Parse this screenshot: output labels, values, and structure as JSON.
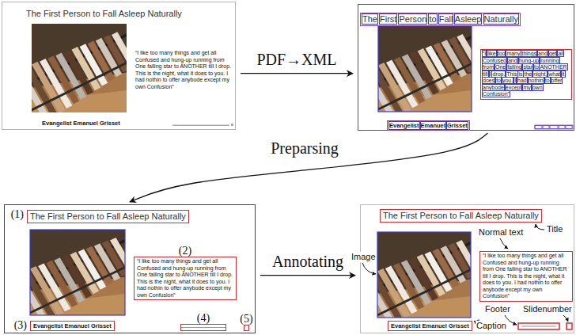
{
  "diagram": {
    "nodes": [
      {
        "text": [
          "The First Person to Fall Asleep Naturally",
          "“I like too many things and get all Confused and hung-up running from One falling star to ANOTHER till I drop. This is the night, what it does to you. I had nothin to offer anybode except my own Confusion”",
          "Evangelist Emanuel Grisset"
        ]
      },
      {
        "text": [
          "The First Person to Fall Asleep Naturally",
          "“I like too many things and get all Confused and hung-up running from One falling star to ANOTHER till I drop. This is the night, what it does to you. I had nothin to offer anybode except my own Confusion”",
          "Evangelist Emanuel Grisset"
        ]
      },
      {},
      {
        "text": [
          "(1)",
          "The First Person to Fall Asleep Naturally"
        ],
        "in": 2
      },
      {
        "text": [
          "(2)",
          "“I like too many things and get all Confused and hung-up running from One falling star to ANOTHER till I drop. This is the night, what it does to you. I had nothin to offer anybode except my own Confusion”"
        ],
        "in": 2
      },
      {
        "text": [
          "(3)",
          "Evangelist Emanuel Grisset"
        ],
        "in": 2
      },
      {
        "text": [
          "(4)"
        ],
        "in": 2
      },
      {
        "text": [
          "(5)"
        ],
        "in": 2
      },
      {},
      {
        "text": [
          "The First Person to Fall Asleep Naturally"
        ],
        "in": 8
      },
      {
        "text": [
          "“I like too many things and get all Confused and hung-up running from One falling star to ANOTHER till I drop. This is the night, what it does to you. I had nothin to offer anybode except my own Confusion”"
        ],
        "in": 8
      },
      {
        "text": [
          "Evangelist Emanuel Grisset"
        ],
        "in": 8
      }
    ],
    "edges": [
      {
        "from": 0,
        "to": 1,
        "label": "PDF→XML",
        "arrow": "to"
      },
      {
        "from": 1,
        "to": 2,
        "label": "Preparsing",
        "arrow": "to"
      },
      {
        "from": 2,
        "to": 8,
        "label": "Annotating",
        "arrow": "to"
      }
    ],
    "labels": [
      "Title",
      "Normal text",
      "Image",
      "Caption",
      "Footer",
      "Slidenumber"
    ]
  }
}
